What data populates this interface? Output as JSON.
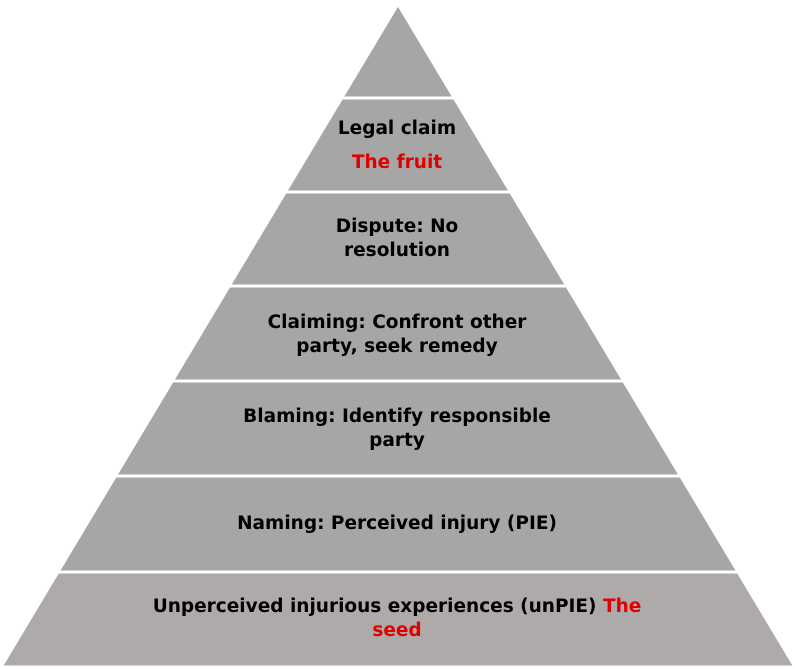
{
  "colors": {
    "tier_fill": "#a6a6a6",
    "base_fill": "#aeaaaa",
    "divider": "#ffffff",
    "text": "#000000",
    "accent": "#e00000"
  },
  "pyramid": {
    "tiers": [
      {
        "id": "apex",
        "lines": []
      },
      {
        "id": "legal-claim",
        "line1": "Legal claim",
        "accent": "The fruit"
      },
      {
        "id": "dispute",
        "line1": "Dispute: No",
        "line2": "resolution"
      },
      {
        "id": "claiming",
        "line1": "Claiming: Confront other",
        "line2": "party, seek remedy"
      },
      {
        "id": "blaming",
        "line1": "Blaming: Identify responsible",
        "line2": "party"
      },
      {
        "id": "naming",
        "line1": "Naming: Perceived injury (PIE)"
      },
      {
        "id": "unpie",
        "line1": "Unperceived injurious experiences (unPIE)",
        "accent1": "The",
        "accent2": "seed"
      }
    ]
  }
}
